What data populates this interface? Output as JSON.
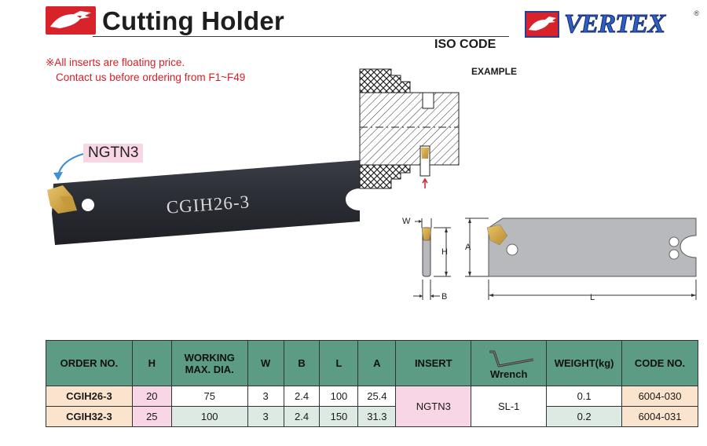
{
  "header": {
    "title": "Cutting Holder",
    "iso_code": "ISO CODE",
    "example": "EXAMPLE",
    "brand": "VERTEX",
    "brand_mark": "®"
  },
  "notice": {
    "line1": "※All inserts are floating price.",
    "line2": "Contact us before ordering from F1~F49"
  },
  "illustration": {
    "insert_label": "NGTN3",
    "holder_engraving": "CGIH26-3"
  },
  "dimensions": {
    "W": "W",
    "H": "H",
    "B": "B",
    "A": "A",
    "L": "L"
  },
  "table": {
    "headers": {
      "order": "ORDER NO.",
      "h": "H",
      "dia_1": "WORKING",
      "dia_2": "MAX. DIA.",
      "w": "W",
      "b": "B",
      "l": "L",
      "a": "A",
      "insert": "INSERT",
      "wrench": "Wrench",
      "weight": "WEIGHT(kg)",
      "code": "CODE NO."
    },
    "rows": [
      {
        "order": "CGIH26-3",
        "h": "20",
        "dia": "75",
        "w": "3",
        "b": "2.4",
        "l": "100",
        "a": "25.4",
        "weight": "0.1",
        "code": "6004-030"
      },
      {
        "order": "CGIH32-3",
        "h": "25",
        "dia": "100",
        "w": "3",
        "b": "2.4",
        "l": "150",
        "a": "31.3",
        "weight": "0.2",
        "code": "6004-031"
      }
    ],
    "insert": "NGTN3",
    "wrench": "SL-1"
  },
  "colors": {
    "header_bg": "#5c9c84",
    "brand_red": "#d8232a",
    "brand_blue": "#2f5ec4",
    "notice_red": "#d41f26"
  }
}
